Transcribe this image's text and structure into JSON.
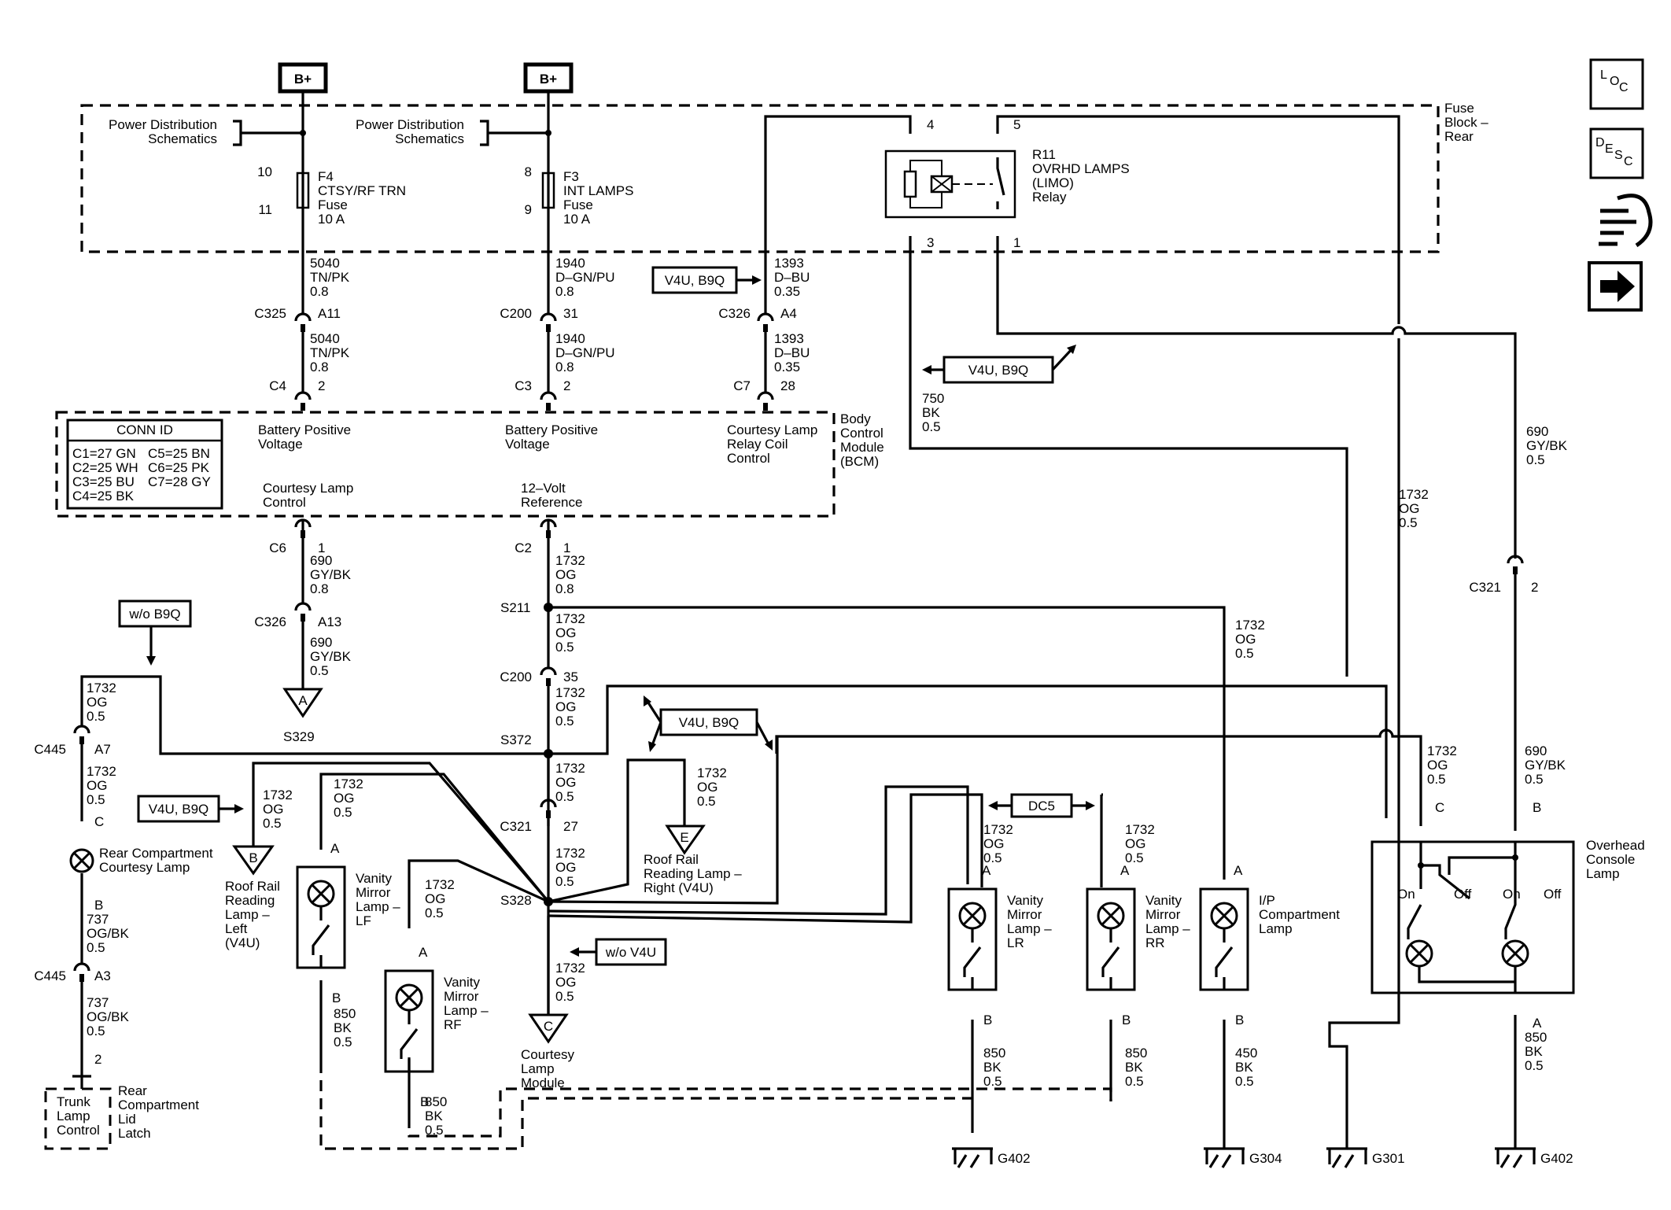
{
  "power": [
    {
      "label": "B+",
      "feed": "Power Distribution\nSchematics",
      "pins": [
        "10",
        "11"
      ],
      "fuse": "F4\nCTSY/RF TRN\nFuse\n10 A"
    },
    {
      "label": "B+",
      "feed": "Power Distribution\nSchematics",
      "pins": [
        "8",
        "9"
      ],
      "fuse": "F3\nINT LAMPS\nFuse\n10 A"
    }
  ],
  "fuse_block": {
    "label": "Fuse\nBlock –\nRear"
  },
  "relay": {
    "name": "R11\nOVRHD LAMPS\n(LIMO)\nRelay",
    "pins": [
      "4",
      "5",
      "3",
      "1"
    ]
  },
  "bcm": {
    "label": "Body\nControl\nModule\n(BCM)",
    "conn_title": "CONN ID",
    "conn_rows": [
      "C1=27 GN",
      "C5=25 BN",
      "C2=25 WH",
      "C6=25 PK",
      "C3=25 BU",
      "C7=28 GY",
      "C4=25 BK"
    ],
    "terminals": [
      "Battery Positive\nVoltage",
      "Battery Positive\nVoltage",
      "Courtesy Lamp\nRelay Coil\nControl",
      "Courtesy Lamp\nControl",
      "12–Volt\nReference"
    ]
  },
  "wires": [
    "5040\nTN/PK\n0.8",
    "5040\nTN/PK\n0.8",
    "1940\nD–GN/PU\n0.8",
    "1940\nD–GN/PU\n0.8",
    "1393\nD–BU\n0.35",
    "1393\nD–BU\n0.35",
    "750\nBK\n0.5",
    "690\nGY/BK\n0.5",
    "1732\nOG\n0.5",
    "690\nGY/BK\n0.8",
    "690\nGY/BK\n0.5",
    "1732\nOG\n0.8",
    "1732\nOG\n0.5",
    "1732\nOG\n0.5",
    "1732\nOG\n0.5",
    "1732\nOG\n0.5",
    "1732\nOG\n0.5",
    "1732\nOG\n0.5",
    "1732\nOG\n0.5",
    "1732\nOG\n0.5",
    "1732\nOG\n0.5",
    "1732\nOG\n0.5",
    "1732\nOG\n0.5",
    "1732\nOG\n0.5",
    "1732\nOG\n0.5",
    "1732\nOG\n0.5",
    "690\nGY/BK\n0.5",
    "737\nOG/BK\n0.5",
    "737\nOG/BK\n0.5",
    "850\nBK\n0.5",
    "850\nBK\n0.5",
    "850\nBK\n0.5",
    "850\nBK\n0.5",
    "450\nBK\n0.5",
    "850\nBK\n0.5",
    "1732\nOG\n0.5"
  ],
  "connectors": [
    {
      "name": "C325",
      "pin": "A11"
    },
    {
      "name": "C4",
      "pin": "2"
    },
    {
      "name": "C200",
      "pin": "31"
    },
    {
      "name": "C3",
      "pin": "2"
    },
    {
      "name": "C326",
      "pin": "A4"
    },
    {
      "name": "C7",
      "pin": "28"
    },
    {
      "name": "C6",
      "pin": "1"
    },
    {
      "name": "C326",
      "pin": "A13"
    },
    {
      "name": "C2",
      "pin": "1"
    },
    {
      "name": "C200",
      "pin": "35"
    },
    {
      "name": "C321",
      "pin": "27"
    },
    {
      "name": "C321",
      "pin": "2"
    },
    {
      "name": "C445",
      "pin": "A7"
    },
    {
      "name": "C445",
      "pin": "A3"
    }
  ],
  "splices": [
    "S211",
    "S372",
    "S328",
    "S329"
  ],
  "options": [
    "V4U, B9Q",
    "V4U, B9Q",
    "V4U, B9Q",
    "V4U, B9Q",
    "w/o B9Q",
    "w/o V4U",
    "DC5"
  ],
  "offpage": [
    {
      "letter": "A",
      "label": ""
    },
    {
      "letter": "B",
      "label": "Roof Rail\nReading\nLamp –\nLeft\n(V4U)"
    },
    {
      "letter": "E",
      "label": "Roof Rail\nReading Lamp –\nRight (V4U)"
    },
    {
      "letter": "C",
      "label": "Courtesy\nLamp\nModule"
    }
  ],
  "lamps": [
    {
      "label": "Rear Compartment\nCourtesy Lamp",
      "pins": [
        "C",
        "B"
      ]
    },
    {
      "label": "Vanity\nMirror\nLamp –\nLF",
      "pins": [
        "A",
        "B"
      ]
    },
    {
      "label": "Vanity\nMirror\nLamp –\nRF",
      "pins": [
        "A",
        "B"
      ]
    },
    {
      "label": "Vanity\nMirror\nLamp –\nLR",
      "pins": [
        "A",
        "B"
      ]
    },
    {
      "label": "Vanity\nMirror\nLamp –\nRR",
      "pins": [
        "A",
        "B"
      ]
    },
    {
      "label": "I/P\nCompartment\nLamp",
      "pins": [
        "A",
        "B"
      ]
    }
  ],
  "console": {
    "label": "Overhead\nConsole\nLamp",
    "pins": [
      "C",
      "B",
      "A"
    ],
    "switch": [
      "On",
      "Off",
      "On",
      "Off"
    ]
  },
  "trunk": {
    "box": "Trunk\nLamp\nControl",
    "label": "Rear\nCompartment\nLid\nLatch",
    "pin": "2"
  },
  "grounds": [
    "G402",
    "G304",
    "G301",
    "G402"
  ],
  "nav_icons": [
    {
      "icon": "loc-icon",
      "text": "LOC"
    },
    {
      "icon": "desc-icon",
      "text": "DESC"
    },
    {
      "icon": "connector-view-icon",
      "text": ""
    },
    {
      "icon": "next-page-arrow-icon",
      "text": ""
    }
  ]
}
